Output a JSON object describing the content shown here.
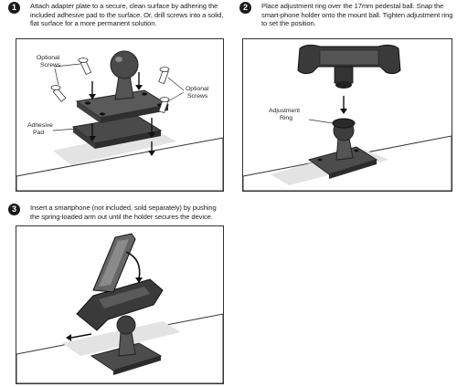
{
  "steps": [
    {
      "number": "1",
      "text": "Attach adapter plate to a secure, clean surface by adhering the included adhesive pad to the surface. Or, drill screws into a solid, flat surface for a more permanent solution.",
      "labels": {
        "optional_screws_left": [
          "Optional",
          "Screws"
        ],
        "optional_screws_right": [
          "Optional",
          "Screws"
        ],
        "adhesive_pad": [
          "Adhesive",
          "Pad"
        ]
      }
    },
    {
      "number": "2",
      "text": "Place adjustment ring over the 17mm pedestal ball. Snap the smart-phone holder onto the mount ball. Tighten adjustment ring to set the position.",
      "labels": {
        "adjustment_ring": [
          "Adjustment",
          "Ring"
        ]
      }
    },
    {
      "number": "3",
      "text": "Insert a smartphone (not included, sold separately) by pushing the spring-loaded arm out until the holder secures the device.",
      "labels": {}
    }
  ],
  "colors": {
    "outline": "#333333",
    "dark_part": "#3a3a3a",
    "mid_part": "#6e6e6e",
    "shadow": "#d9d9d9"
  }
}
